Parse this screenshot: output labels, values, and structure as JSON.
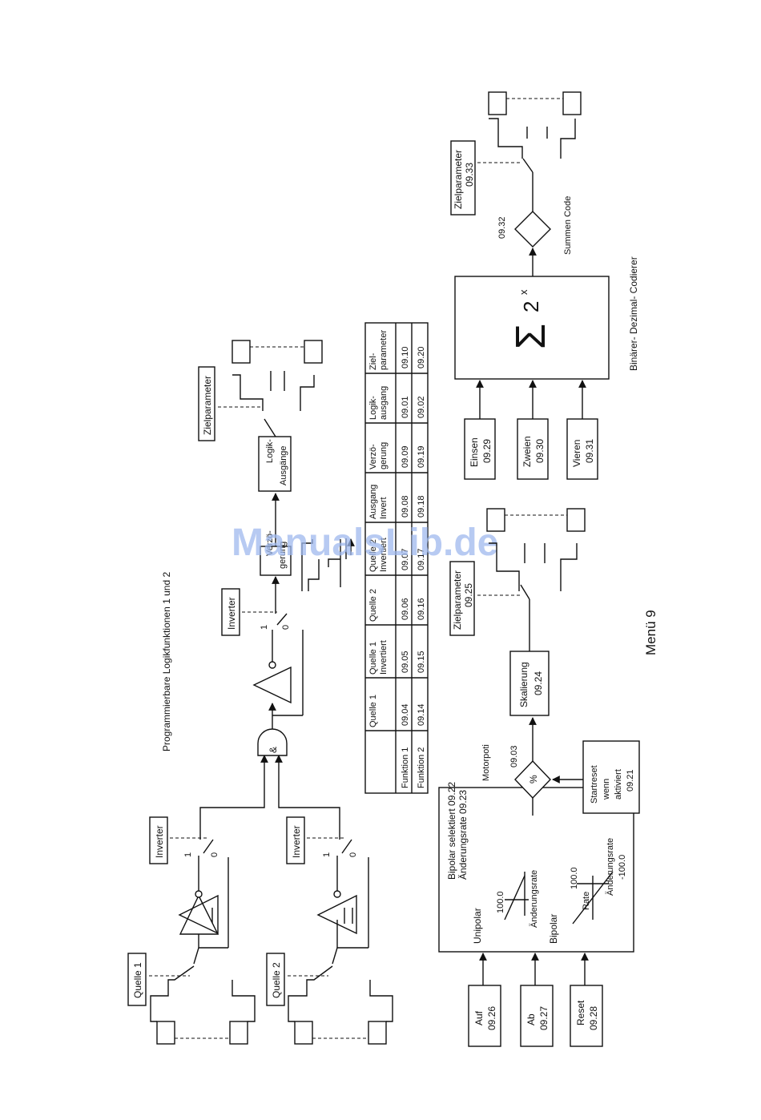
{
  "page": {
    "title": "Programmierbare Logikfunktionen 1 und 2",
    "menu": "Menü 9",
    "watermark": "ManualsLib.de"
  },
  "logic": {
    "source1": "Quelle 1",
    "source2": "Quelle 2",
    "inverter": "Inverter",
    "and_symbol": "&",
    "one": "1",
    "zero": "0",
    "delay": [
      "Verzö-",
      "gerung"
    ],
    "outputs": [
      "Logik-",
      "Ausgänge"
    ],
    "target": "Zielparameter"
  },
  "table": {
    "headers": [
      [
        "",
        ""
      ],
      [
        "Quelle 1",
        ""
      ],
      [
        "Quelle 1",
        "Invertiert"
      ],
      [
        "Quelle 2",
        ""
      ],
      [
        "Quelle 2",
        "Invertiert"
      ],
      [
        "Ausgang",
        "Invert"
      ],
      [
        "Verzö-",
        "gerung"
      ],
      [
        "Logik-",
        "ausgang"
      ],
      [
        "Ziel-",
        "parameter"
      ]
    ],
    "rows": [
      [
        "Funktion 1",
        "09.04",
        "09.05",
        "09.06",
        "09.07",
        "09.08",
        "09.09",
        "09.01",
        "09.10"
      ],
      [
        "Funktion 2",
        "09.14",
        "09.15",
        "09.16",
        "09.17",
        "09.18",
        "09.19",
        "09.02",
        "09.20"
      ]
    ]
  },
  "motorpoti": {
    "inputs": [
      {
        "name": "Auf",
        "code": "09.26"
      },
      {
        "name": "Ab",
        "code": "09.27"
      },
      {
        "name": "Reset",
        "code": "09.28"
      }
    ],
    "box_lines": [
      "Bipolar selektiert 09.22",
      "Änderungsrate    09.23",
      "Unipolar",
      "Bipolar"
    ],
    "graph": {
      "uni_value": "100.0",
      "rate": "Änderungsrate",
      "bi_value": "100.0",
      "rate_short": "Rate",
      "bi_rate": "Änderungsrate",
      "bi_neg": "-100.0"
    },
    "label": "Motorpoti",
    "percent": "%",
    "value_code": "09.03",
    "startreset": [
      "Startreset",
      "wenn",
      "aktiviert",
      "09.21"
    ],
    "scaling": {
      "name": "Skalierung",
      "code": "09.24"
    },
    "target": {
      "name": "Zielparameter",
      "code": "09.25"
    }
  },
  "bcd": {
    "inputs": [
      {
        "name": "Einsen",
        "code": "09.29"
      },
      {
        "name": "Zweien",
        "code": "09.30"
      },
      {
        "name": "Vieren",
        "code": "09.31"
      }
    ],
    "sigma": "Σ",
    "power_base": "2",
    "power_exp": "x",
    "label": "Binärer- Dezimal- Codierer",
    "sum_code": "09.32",
    "sum_label": "Summen Code",
    "target": {
      "name": "Zielparameter",
      "code": "09.33"
    }
  }
}
